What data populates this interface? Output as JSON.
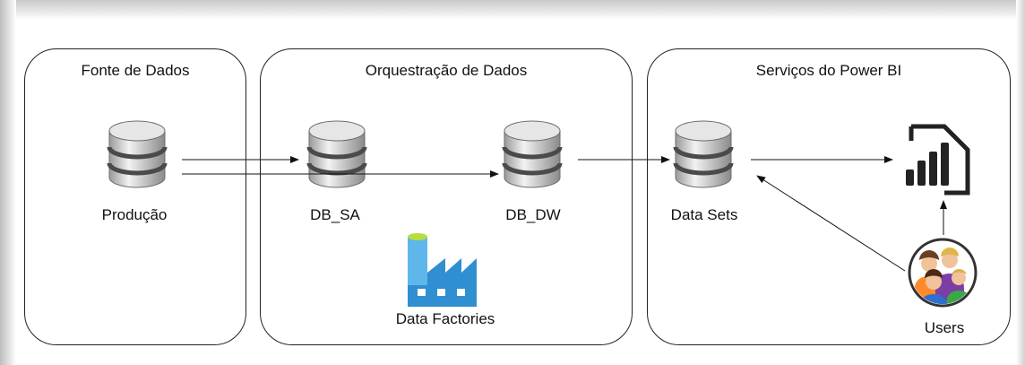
{
  "panels": {
    "source": {
      "title": "Fonte de Dados"
    },
    "orchestration": {
      "title": "Orquestração de Dados"
    },
    "powerbi": {
      "title": "Serviços do Power BI"
    }
  },
  "nodes": {
    "producao": "Produção",
    "db_sa": "DB_SA",
    "db_dw": "DB_DW",
    "data_factories": "Data Factories",
    "data_sets": "Data Sets",
    "users": "Users"
  },
  "colors": {
    "db_light": "#e6e6e6",
    "db_dark": "#4a4a4a",
    "factory": "#2f8fd0",
    "factory_light": "#5fb6ea",
    "factory_top": "#b6dc3f",
    "powerbi": "#222222"
  },
  "icons": {
    "database": "database-icon",
    "factory": "data-factory-icon",
    "powerbi": "power-bi-icon",
    "users": "users-icon"
  }
}
